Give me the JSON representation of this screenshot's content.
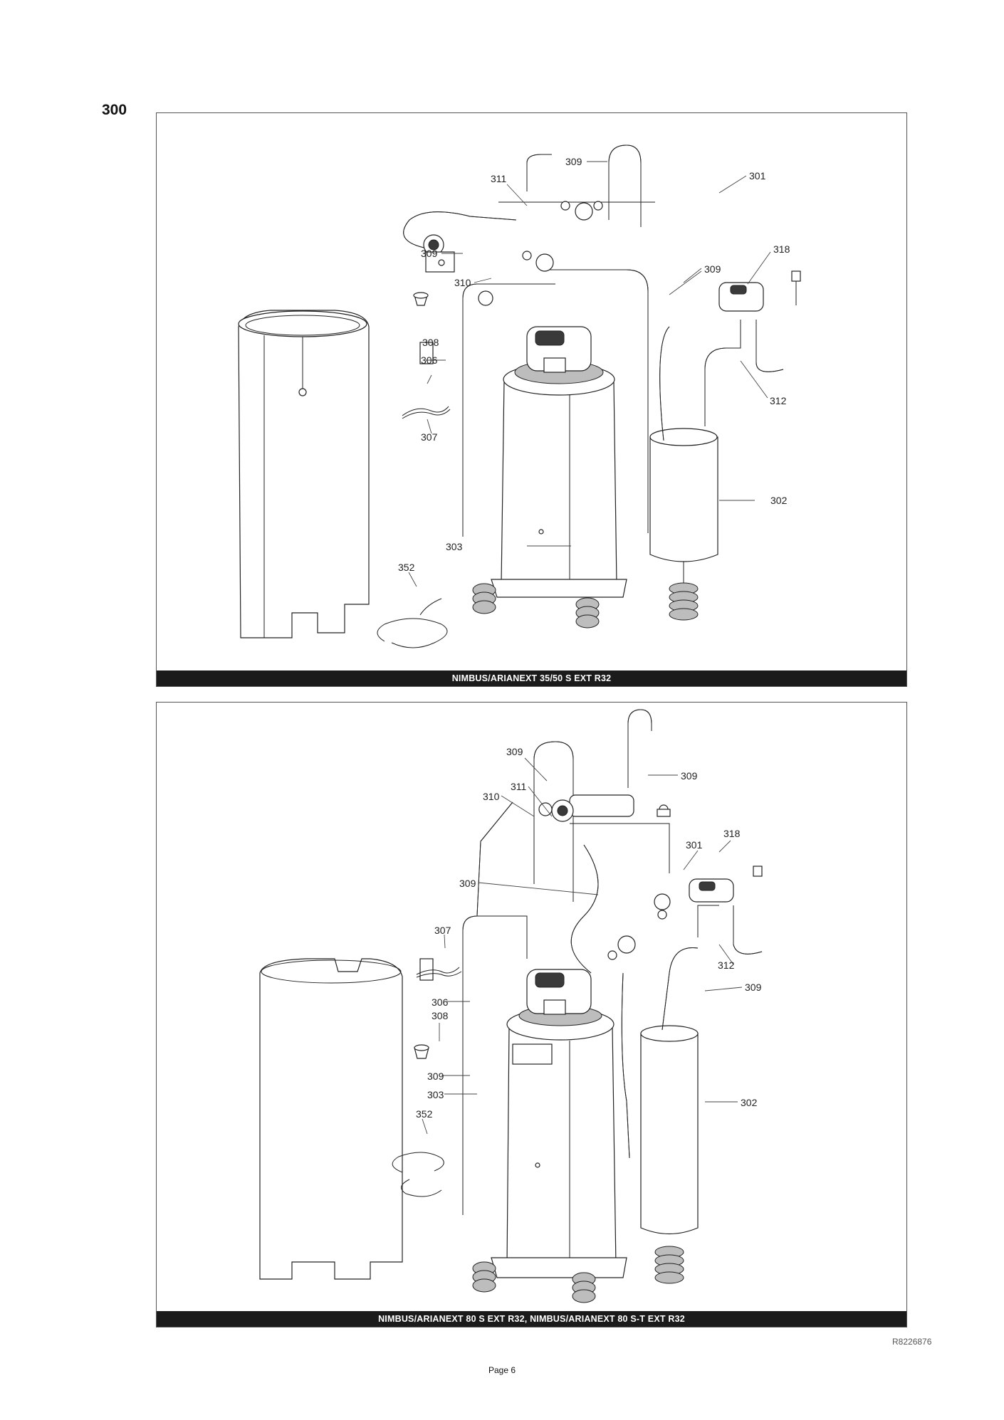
{
  "section": {
    "number": "300"
  },
  "panels": [
    {
      "caption": "NIMBUS/ARIANEXT 35/50 S EXT R32",
      "callouts": [
        "309",
        "311",
        "301",
        "318",
        "309",
        "310",
        "309",
        "308",
        "306",
        "312",
        "307",
        "302",
        "303",
        "352"
      ]
    },
    {
      "caption": "NIMBUS/ARIANEXT 80 S EXT R32,    NIMBUS/ARIANEXT 80 S-T EXT R32",
      "callouts": [
        "309",
        "311",
        "310",
        "309",
        "318",
        "301",
        "309",
        "307",
        "312",
        "309",
        "306",
        "308",
        "309",
        "303",
        "302",
        "352"
      ]
    }
  ],
  "document_ref": "R8226876",
  "page": "Page 6"
}
